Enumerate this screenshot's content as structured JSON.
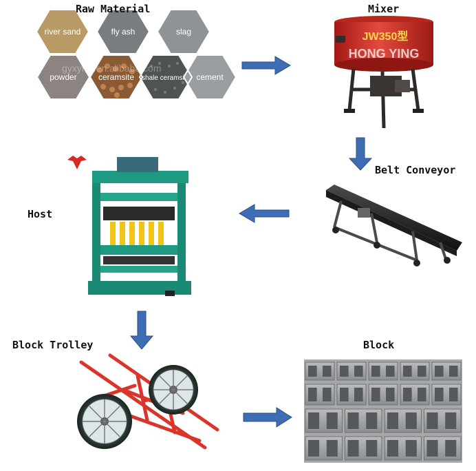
{
  "steps": {
    "raw_material": "Raw Material",
    "mixer": "Mixer",
    "belt_conveyor": "Belt Conveyor",
    "host": "Host",
    "block_trolley": "Block Trolley",
    "block": "Block"
  },
  "materials": [
    "river sand",
    "fly ash",
    "slag",
    "powder",
    "ceramsite",
    "shale ceramsite",
    "cement"
  ],
  "photo_text": {
    "mixer_badge": "JW350型",
    "mixer_brand": "HONG YING",
    "watermark": "gyxyhjy.en.alibaba.com"
  },
  "colors": {
    "arrow": "#3f6db3",
    "mixer_red": "#d6302a",
    "machine_green": "#1f9a82",
    "trolley_red": "#d9352a"
  }
}
